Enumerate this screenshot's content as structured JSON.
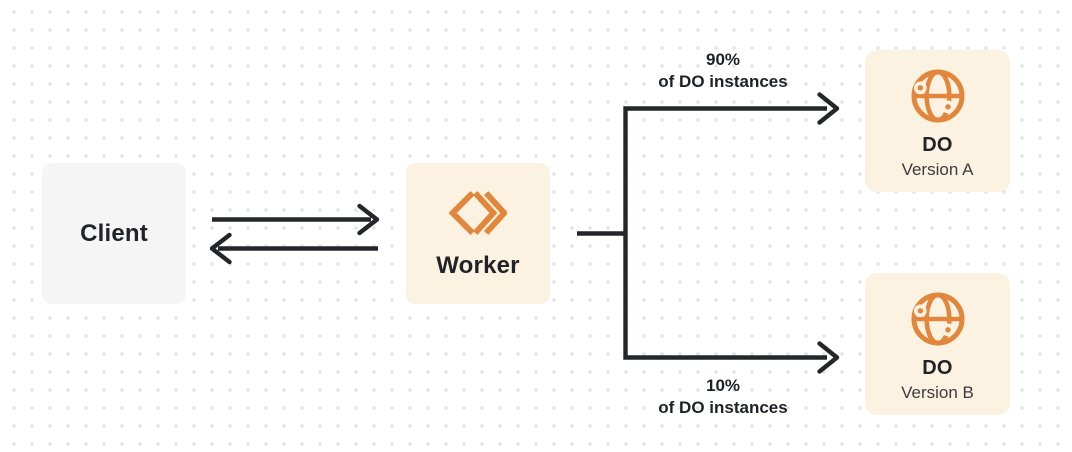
{
  "nodes": {
    "client": {
      "label": "Client"
    },
    "worker": {
      "label": "Worker",
      "icon": "cloudflare-workers-icon"
    },
    "do_version_a": {
      "title": "DO",
      "subtitle": "Version A",
      "icon": "durable-object-globe-icon"
    },
    "do_version_b": {
      "title": "DO",
      "subtitle": "Version B",
      "icon": "durable-object-globe-icon"
    }
  },
  "edges": {
    "client_worker": {
      "type": "bidirectional-arrows"
    },
    "worker_to_do_a": {
      "percent": "90%",
      "caption": "of DO instances"
    },
    "worker_to_do_b": {
      "percent": "10%",
      "caption": "of DO instances"
    }
  },
  "colors": {
    "accent_orange": "#E2863C",
    "node_cream": "#FBF2E2",
    "node_gray": "#F5F5F6",
    "ink": "#24262A",
    "dot_grid": "#E3E3E6",
    "canvas_bg": "#FFFFFF"
  }
}
